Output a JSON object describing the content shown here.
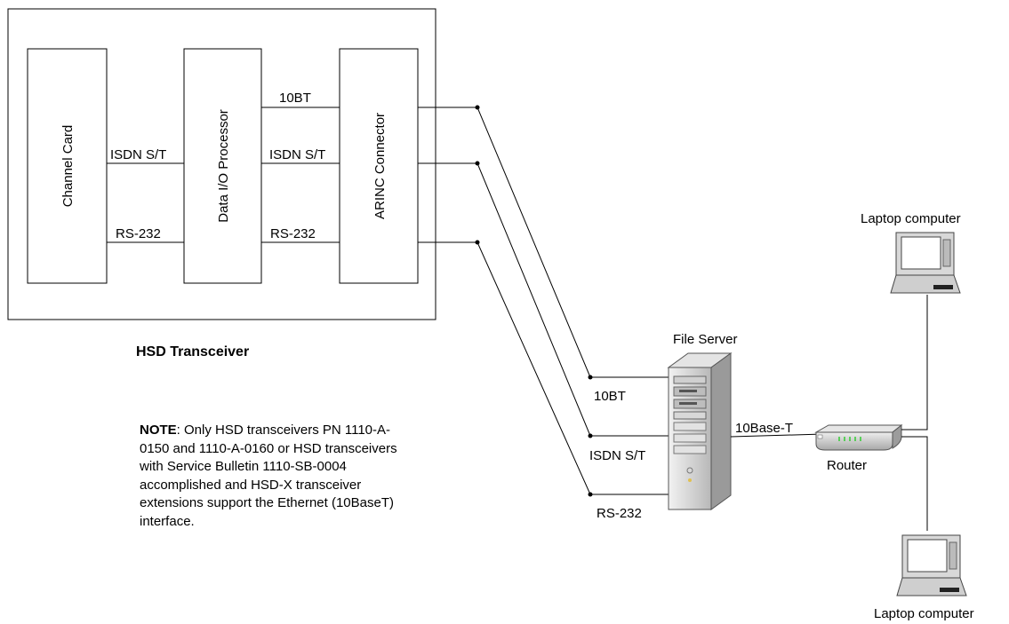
{
  "transceiver": {
    "title": "HSD Transceiver",
    "blocks": {
      "channel_card": "Channel Card",
      "data_io": "Data I/O Processor",
      "arinc": "ARINC Connector"
    },
    "links": {
      "cc_isdn": "ISDN S/T",
      "cc_rs232": "RS-232",
      "dio_10bt": "10BT",
      "dio_isdn": "ISDN S/T",
      "dio_rs232": "RS-232"
    }
  },
  "file_server": {
    "label": "File Server",
    "ports": {
      "p10bt": "10BT",
      "isdn": "ISDN S/T",
      "rs232": "RS-232"
    },
    "uplink": "10Base-T"
  },
  "router": {
    "label": "Router"
  },
  "laptops": {
    "top": "Laptop computer",
    "bottom": "Laptop computer"
  },
  "note": {
    "heading": "NOTE",
    "text": ": Only HSD transceivers PN 1110-A-0150 and 1110-A-0160 or HSD transceivers with Service Bulletin 1110-SB-0004 accomplished and HSD-X transceiver extensions support the Ethernet (10BaseT) interface."
  },
  "colors": {
    "line": "#000000",
    "led": "#33cc33",
    "server_body": "#c8c8c8"
  }
}
